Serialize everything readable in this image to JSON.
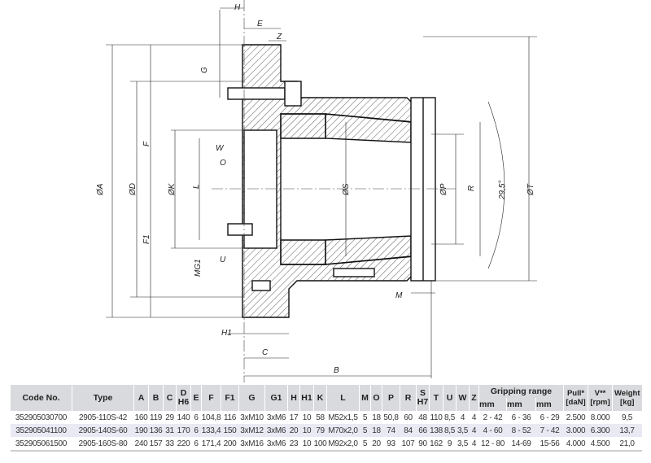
{
  "drawing": {
    "labels": {
      "H": "H",
      "E": "E",
      "Z": "Z",
      "G": "G",
      "F": "F",
      "F1": "F1",
      "W": "W",
      "O": "O",
      "K": "ØK",
      "L": "L",
      "D": "ØD",
      "A": "ØA",
      "MG1": "MG1",
      "U": "U",
      "H1": "H1",
      "C": "C",
      "B": "B",
      "S": "ØS",
      "P": "ØP",
      "R": "R",
      "angle": "29,5°",
      "T": "ØT",
      "M": "M"
    }
  },
  "table": {
    "headers": {
      "code": "Code No.",
      "type": "Type",
      "A": "A",
      "B": "B",
      "C": "C",
      "D": "D",
      "H6": "H6",
      "E": "E",
      "F": "F",
      "F1": "F1",
      "G": "G",
      "G1": "G1",
      "H": "H",
      "H1": "H1",
      "K": "K",
      "L": "L",
      "M": "M",
      "O": "O",
      "P": "P",
      "R": "R",
      "S": "S",
      "H7": "H7",
      "T": "T",
      "U": "U",
      "W": "W",
      "Z": "Z",
      "gripping": "Gripping range",
      "mm1": "mm",
      "mm2": "mm",
      "mm3": "mm",
      "pull": "Pull*",
      "pull_unit": "[daN]",
      "v": "V**",
      "v_unit": "[rpm]",
      "weight": "Weight",
      "weight_unit": "[kg]"
    },
    "rows": [
      [
        "352905030700",
        "2905-110S-42",
        "160",
        "119",
        "29",
        "140",
        "6",
        "104,8",
        "116",
        "3xM10",
        "3xM6",
        "17",
        "10",
        "58",
        "M52x1,5",
        "5",
        "18",
        "50,8",
        "60",
        "48",
        "110",
        "8,5",
        "4",
        "4",
        "2 - 42",
        "6 - 36",
        "6 - 29",
        "2.500",
        "8.000",
        "9,5"
      ],
      [
        "352905041100",
        "2905-140S-60",
        "190",
        "136",
        "31",
        "170",
        "6",
        "133,4",
        "150",
        "3xM12",
        "3xM6",
        "20",
        "10",
        "79",
        "M70x2,0",
        "5",
        "18",
        "74",
        "84",
        "66",
        "138",
        "8,5",
        "3,5",
        "4",
        "4 - 60",
        "8 - 52",
        "7 - 42",
        "3.000",
        "6.300",
        "13,7"
      ],
      [
        "352905061500",
        "2905-160S-80",
        "240",
        "157",
        "33",
        "220",
        "6",
        "171,4",
        "200",
        "3xM16",
        "3xM6",
        "23",
        "10",
        "100",
        "M92x2,0",
        "5",
        "20",
        "93",
        "107",
        "90",
        "162",
        "9",
        "3,5",
        "4",
        "12 - 80",
        "14-69",
        "15-56",
        "4.000",
        "4.500",
        "21,0"
      ]
    ]
  }
}
